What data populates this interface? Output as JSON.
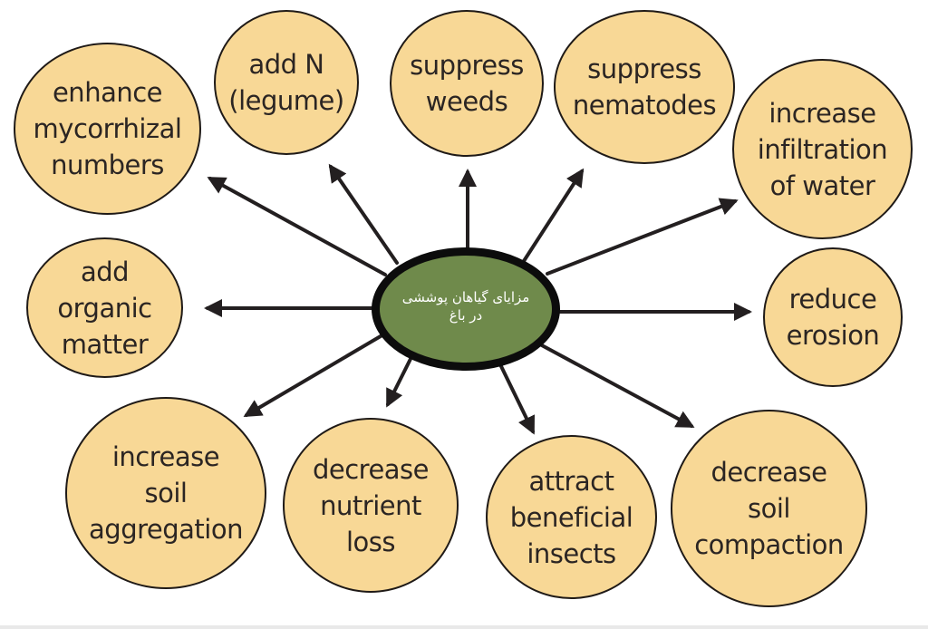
{
  "center": {
    "label": "مزایای گیاهان پوششی\nدر باغ"
  },
  "benefits": [
    {
      "id": "mycorrhizal",
      "label": "enhance\nmycorrhizal\nnumbers"
    },
    {
      "id": "legume",
      "label": "add N\n(legume)"
    },
    {
      "id": "weeds",
      "label": "suppress\nweeds"
    },
    {
      "id": "nematodes",
      "label": "suppress\nnematodes"
    },
    {
      "id": "infiltration",
      "label": "increase\ninfiltration\nof water"
    },
    {
      "id": "organic",
      "label": "add\norganic\nmatter"
    },
    {
      "id": "erosion",
      "label": "reduce\nerosion"
    },
    {
      "id": "aggregation",
      "label": "increase\nsoil\naggregation"
    },
    {
      "id": "nutrient",
      "label": "decrease\nnutrient\nloss"
    },
    {
      "id": "insects",
      "label": "attract\nbeneficial\ninsects"
    },
    {
      "id": "compaction",
      "label": "decrease\nsoil\ncompaction"
    }
  ],
  "colors": {
    "node_fill": "#f8d896",
    "hub_fill": "#6f8a4b",
    "hub_ring": "#0c0c0c",
    "arrow": "#231f20"
  }
}
